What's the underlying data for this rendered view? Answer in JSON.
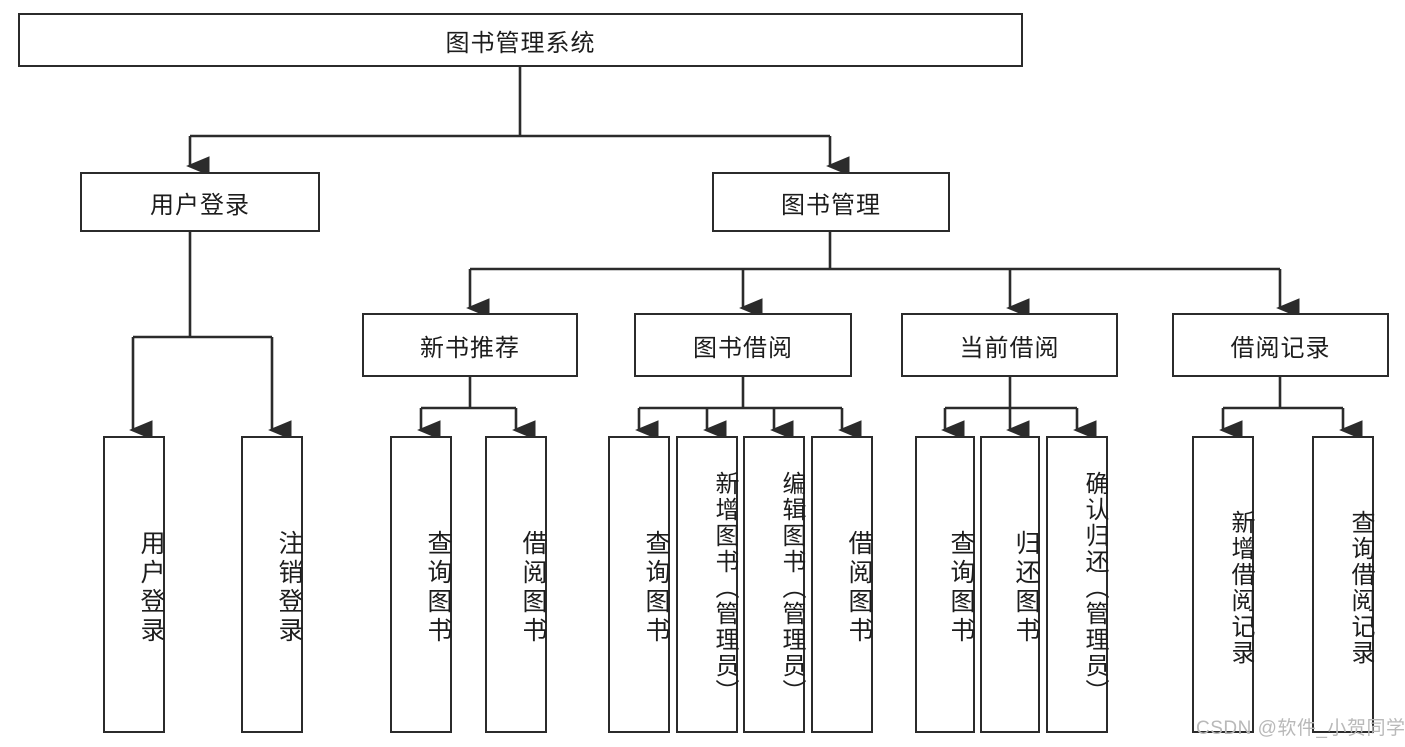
{
  "diagram": {
    "type": "tree",
    "title": "图书管理系统",
    "root": {
      "label": "图书管理系统"
    },
    "level2": [
      {
        "label": "用户登录"
      },
      {
        "label": "图书管理"
      }
    ],
    "level3": [
      {
        "label": "新书推荐"
      },
      {
        "label": "图书借阅"
      },
      {
        "label": "当前借阅"
      },
      {
        "label": "借阅记录"
      }
    ],
    "leaves": {
      "user_login": [
        {
          "label": "用户登录"
        },
        {
          "label": "注销登录"
        }
      ],
      "new_book_recommend": [
        {
          "label": "查询图书"
        },
        {
          "label": "借阅图书"
        }
      ],
      "book_borrow": [
        {
          "label": "查询图书"
        },
        {
          "label": "新增图书（管理员）"
        },
        {
          "label": "编辑图书（管理员）"
        },
        {
          "label": "借阅图书"
        }
      ],
      "current_borrow": [
        {
          "label": "查询图书"
        },
        {
          "label": "归还图书"
        },
        {
          "label": "确认归还（管理员）"
        }
      ],
      "borrow_record": [
        {
          "label": "新增借阅记录"
        },
        {
          "label": "查询借阅记录"
        }
      ]
    }
  },
  "watermark": {
    "text": "CSDN @软件_小贺同学"
  },
  "colors": {
    "stroke": "#2b2b2b",
    "background": "#ffffff",
    "text": "#1d1d1d",
    "watermark": "#b9b9b9"
  }
}
